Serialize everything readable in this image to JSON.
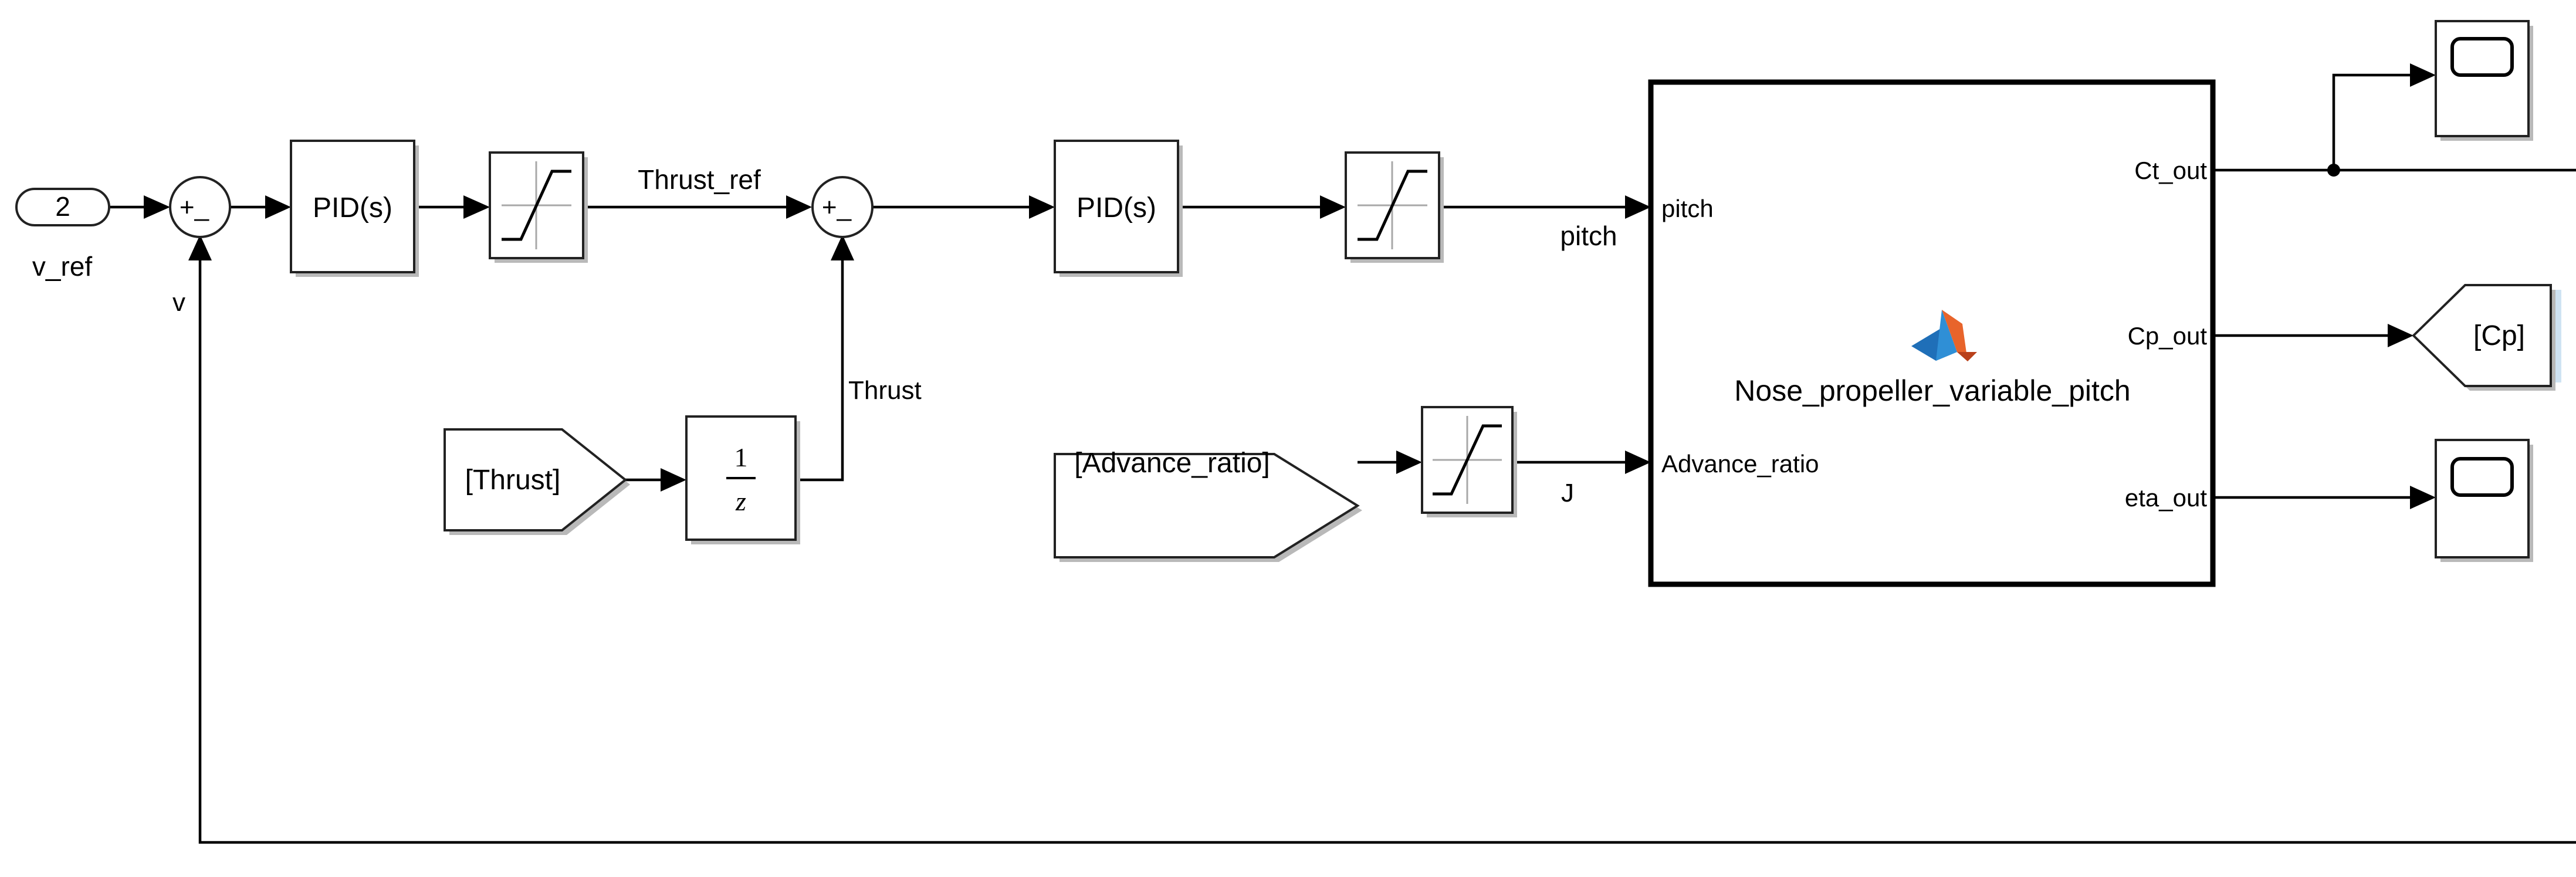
{
  "blocks": {
    "inport_v_ref": {
      "number": "2",
      "label": "v_ref"
    },
    "sum1": {
      "signs": "+_"
    },
    "pid1": {
      "label": "PID(s)"
    },
    "sum2": {
      "signs": "+_"
    },
    "pid2": {
      "label": "PID(s)"
    },
    "from_thrust": {
      "label": "[Thrust]"
    },
    "unit_delay": {
      "numerator": "1",
      "denominator": "z"
    },
    "from_advance_ratio": {
      "label": "[Advance_ratio]"
    },
    "matlab_function": {
      "name": "Nose_propeller_variable_pitch",
      "icon": "matlab-logo-icon",
      "inputs": [
        "pitch",
        "Advance_ratio"
      ],
      "outputs": [
        "Ct_out",
        "Cp_out",
        "eta_out"
      ]
    },
    "goto_cp": {
      "label": "[Cp]"
    },
    "scopes": {
      "icon": "scope-icon"
    },
    "saturations": {
      "icon": "saturation-icon"
    }
  },
  "signals": {
    "thrust_ref": "Thrust_ref",
    "thrust": "Thrust",
    "pitch": "pitch",
    "j": "J",
    "v": "v"
  }
}
